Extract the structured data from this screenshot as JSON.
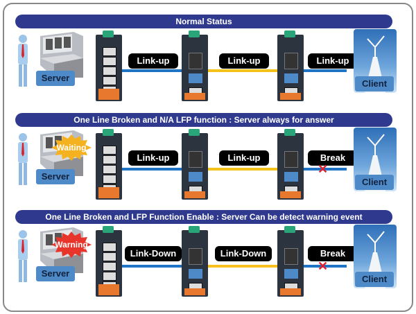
{
  "colors": {
    "banner": "#2f3a8f",
    "fiber_line": "#f4c21a",
    "copper_line": "#1f74c6",
    "tag_bg": "#000000",
    "waiting_burst": "#f5b220",
    "warning_burst": "#e8352b",
    "break_mark": "#e41e2b"
  },
  "scenarios": [
    {
      "title": "Normal Status",
      "server_label": "Server",
      "client_label": "Client",
      "server_status": null,
      "link1": "Link-up",
      "link2": "Link-up",
      "link3": "Link-up",
      "link3_broken": false
    },
    {
      "title": "One Line Broken and N/A LFP function : Server always for answer",
      "server_label": "Server",
      "client_label": "Client",
      "server_status": "Waiting",
      "link1": "Link-up",
      "link2": "Link-up",
      "link3": "Break",
      "link3_broken": true
    },
    {
      "title": "One Line Broken and LFP Function Enable : Server Can be detect warning  event",
      "server_label": "Server",
      "client_label": "Client",
      "server_status": "Warning",
      "link1": "Link-Down",
      "link2": "Link-Down",
      "link3": "Break",
      "link3_broken": true
    }
  ],
  "icons": {
    "break_mark": "✕"
  }
}
